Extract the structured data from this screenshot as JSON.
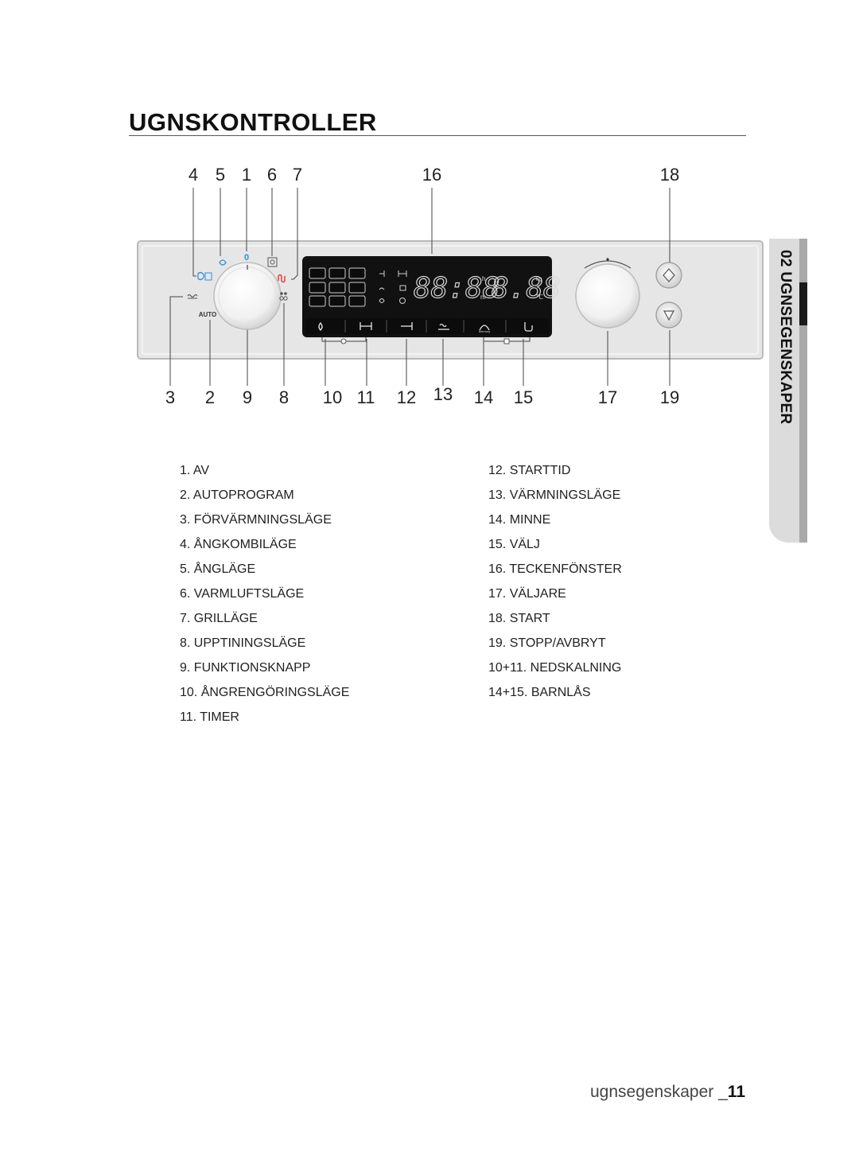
{
  "title": "UGNSKONTROLLER",
  "side_tab": "02 UGNSEGENSKAPER",
  "callouts_top": [
    "4",
    "5",
    "1",
    "6",
    "7",
    "16",
    "18"
  ],
  "callouts_bottom": [
    "3",
    "2",
    "9",
    "8",
    "10",
    "11",
    "12",
    "13",
    "14",
    "15",
    "17",
    "19"
  ],
  "panel": {
    "knob_top_label": "0",
    "auto_label": "AUTO",
    "display_digits_time": "88:88",
    "display_digits_temp": "8.88",
    "unit_h": "h",
    "unit_m": "m",
    "unit_kg": "kg",
    "unit_c": "℃",
    "memory_label": "Memory"
  },
  "legend_left": [
    "1. AV",
    "2. AUTOPROGRAM",
    "3. FÖRVÄRMNINGSLÄGE",
    "4. ÅNGKOMBILÄGE",
    "5. ÅNGLÄGE",
    "6. VARMLUFTSLÄGE",
    "7. GRILLÄGE",
    "8. UPPTININGSLÄGE",
    "9. FUNKTIONSKNAPP",
    "10. ÅNGRENGÖRINGSLÄGE",
    "11. TIMER"
  ],
  "legend_right": [
    "12. STARTTID",
    "13. VÄRMNINGSLÄGE",
    "14. MINNE",
    "15. VÄLJ",
    "16. TECKENFÖNSTER",
    "17. VÄLJARE",
    "18. START",
    "19. STOPP/AVBRYT",
    "10+11. NEDSKALNING",
    "14+15. BARNLÅS"
  ],
  "footer": {
    "text": "ugnsegenskaper _",
    "page": "11"
  },
  "colors": {
    "panel": "#e4e4e4",
    "display": "#111111",
    "steam_blue": "#2e8fd8",
    "grill_red": "#e0403a"
  }
}
